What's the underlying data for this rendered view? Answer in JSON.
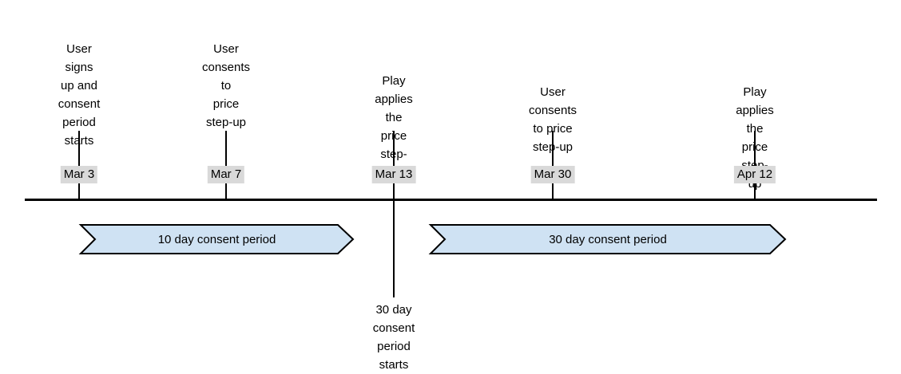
{
  "colors": {
    "background": "#ffffff",
    "axis": "#000000",
    "tick": "#000000",
    "text": "#000000",
    "date_label_bg": "#d9d9d9",
    "banner_fill": "#cfe2f3",
    "banner_stroke": "#000000"
  },
  "timeline": {
    "events": [
      {
        "date": "Mar 3",
        "label": "User signs\nup and\nconsent\nperiod starts"
      },
      {
        "date": "Mar 7",
        "label": "User\nconsents to\nprice\nstep-up"
      },
      {
        "date": "Mar 13",
        "label": "Play applies the\nprice step-up",
        "footnote": "30 day consent\nperiod starts"
      },
      {
        "date": "Mar 30",
        "label": "User consents to price\nstep-up"
      },
      {
        "date": "Apr 12",
        "label": "Play applies the\nprice step-up"
      }
    ],
    "periods": [
      {
        "label": "10 day consent period"
      },
      {
        "label": "30 day consent period"
      }
    ]
  }
}
